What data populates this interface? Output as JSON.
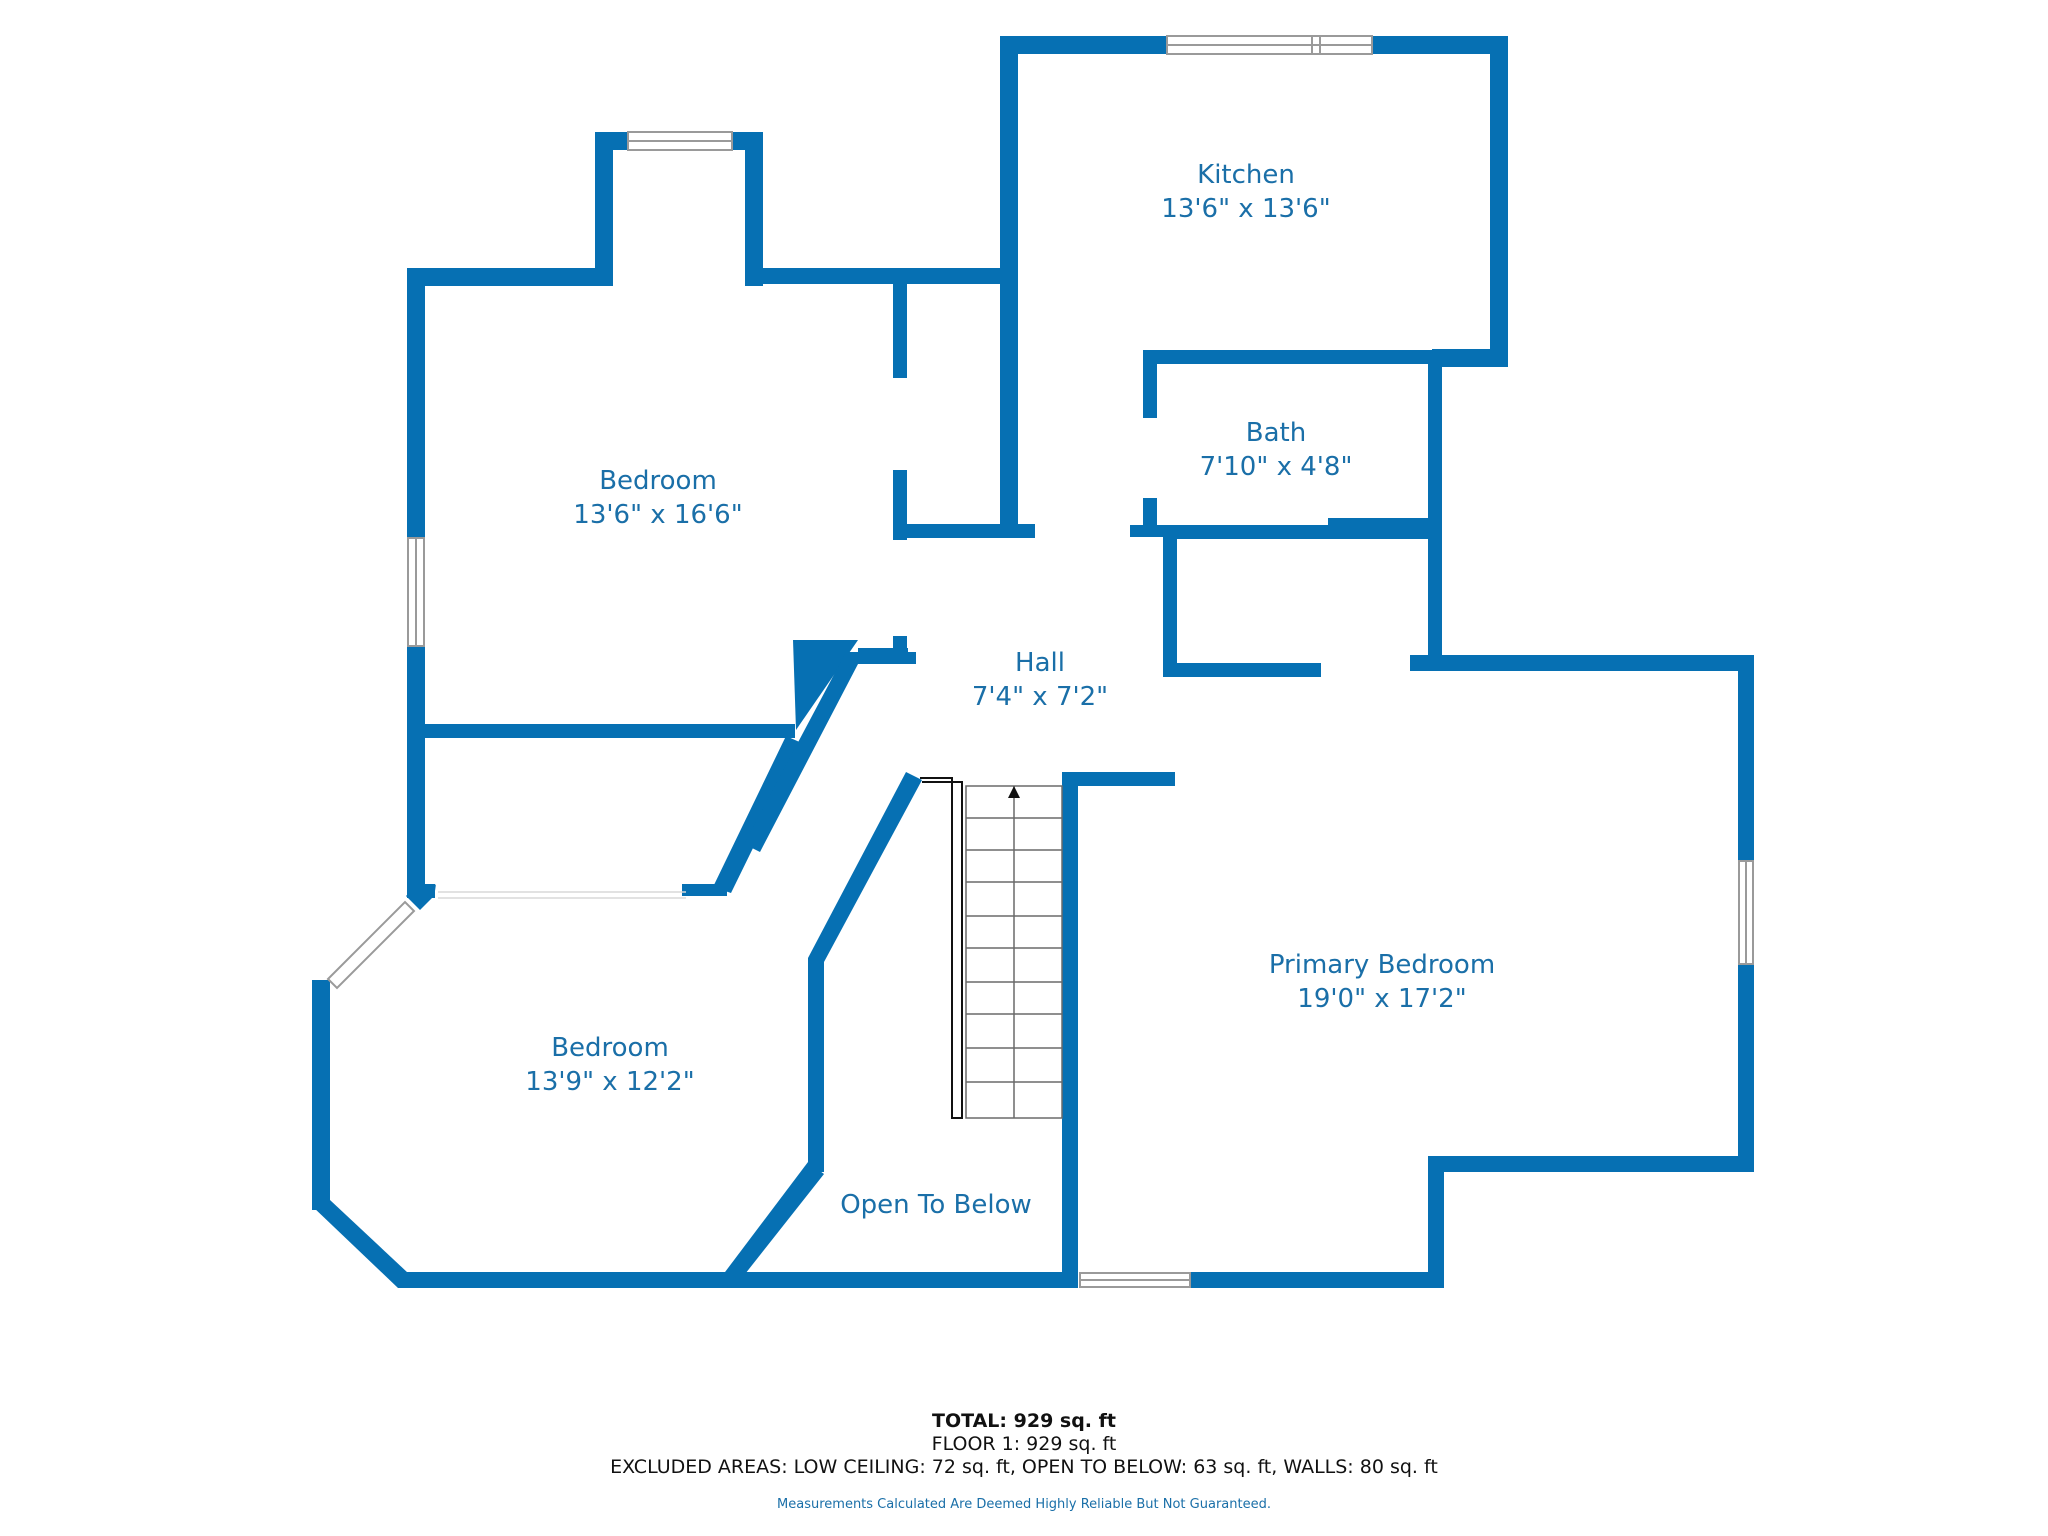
{
  "rooms": [
    {
      "id": "kitchen",
      "name": "Kitchen",
      "size": "13'6\" x 13'6\""
    },
    {
      "id": "bedroom_1",
      "name": "Bedroom",
      "size": "13'6\" x 16'6\""
    },
    {
      "id": "bath",
      "name": "Bath",
      "size": "7'10\" x 4'8\""
    },
    {
      "id": "hall",
      "name": "Hall",
      "size": "7'4\" x 7'2\""
    },
    {
      "id": "primary_bedroom",
      "name": "Primary Bedroom",
      "size": "19'0\" x 17'2\""
    },
    {
      "id": "bedroom_2",
      "name": "Bedroom",
      "size": "13'9\" x 12'2\""
    },
    {
      "id": "open_to_below",
      "name": "Open To Below",
      "size": ""
    }
  ],
  "summary": {
    "total": "TOTAL: 929 sq. ft",
    "floor": "FLOOR 1: 929 sq. ft",
    "excluded": "EXCLUDED AREAS: LOW CEILING: 72 sq. ft, OPEN TO BELOW: 63 sq. ft, WALLS: 80 sq. ft",
    "disclaimer": "Measurements Calculated Are Deemed Highly Reliable But Not Guaranteed."
  },
  "colors": {
    "wall": "#0670b3",
    "label": "#1a6fa8",
    "text": "#111111"
  }
}
